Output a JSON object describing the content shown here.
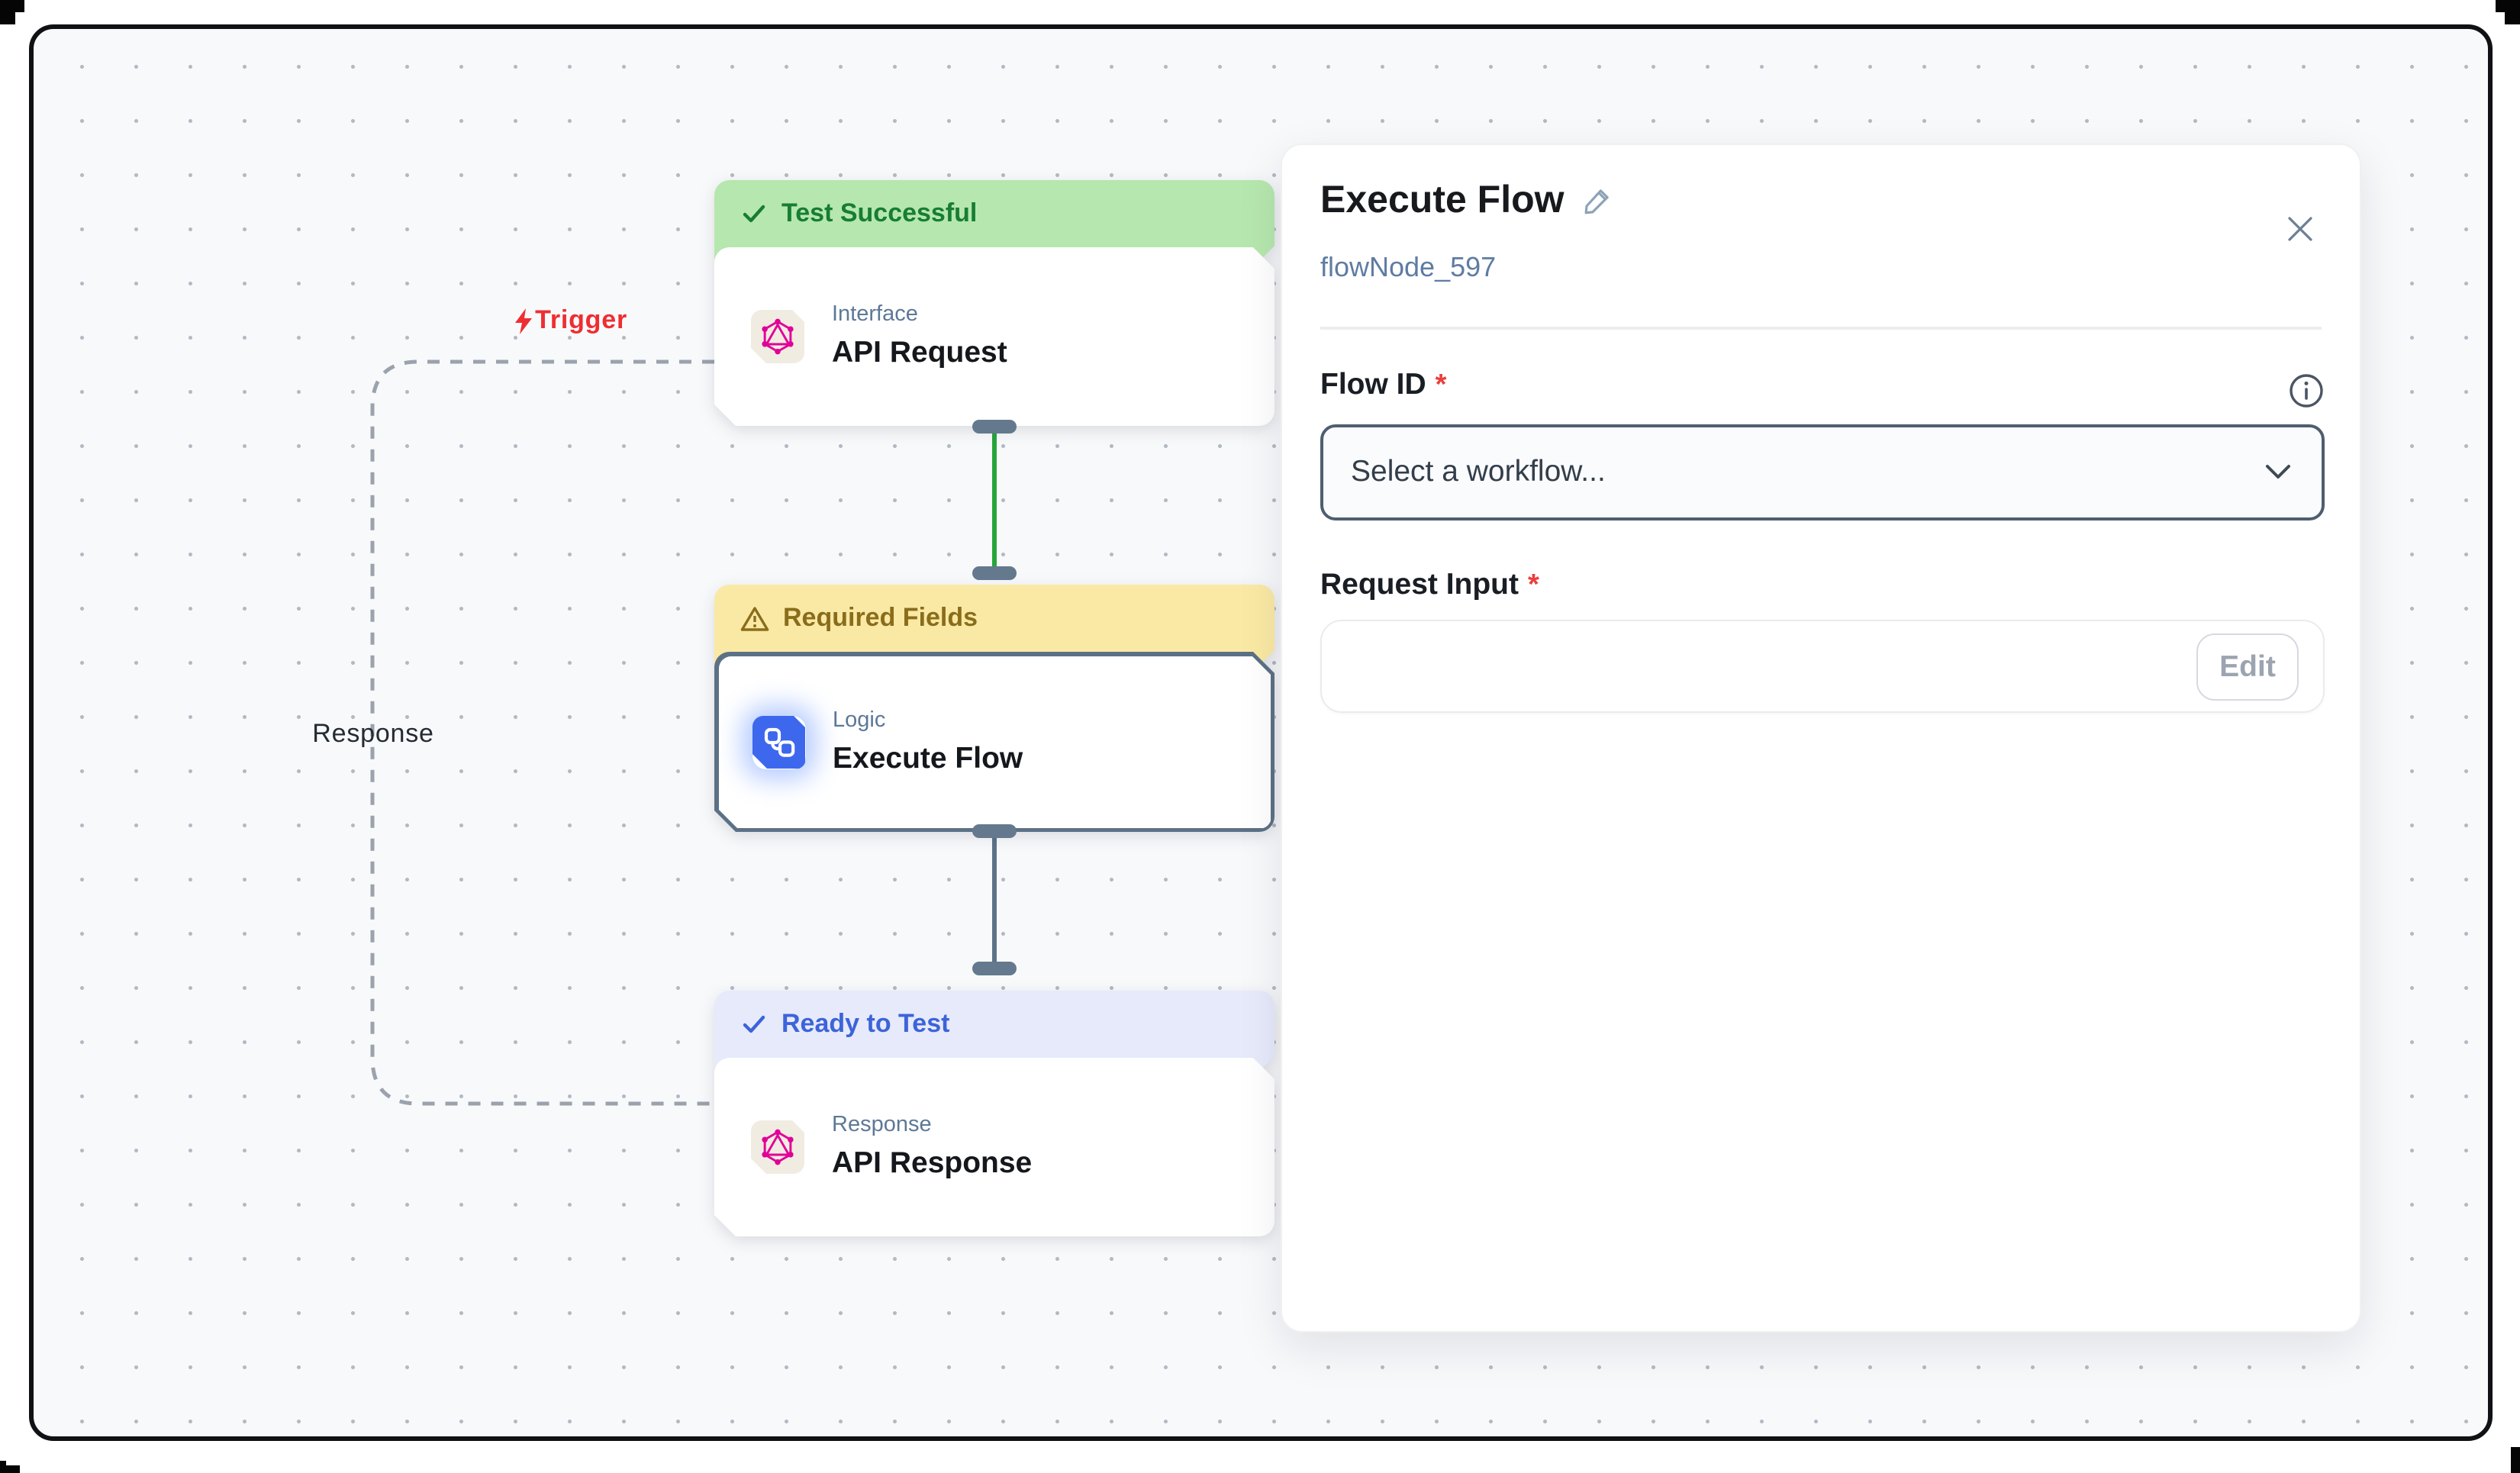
{
  "canvas": {
    "edge_labels": {
      "trigger": "Trigger",
      "response": "Response"
    },
    "nodes": [
      {
        "status": "Test Successful",
        "status_type": "success",
        "category": "Interface",
        "title": "API Request"
      },
      {
        "status": "Required Fields",
        "status_type": "warning",
        "category": "Logic",
        "title": "Execute Flow",
        "selected": true
      },
      {
        "status": "Ready to Test",
        "status_type": "info",
        "category": "Response",
        "title": "API Response"
      }
    ]
  },
  "panel": {
    "title": "Execute Flow",
    "node_id": "flowNode_597",
    "flow_id": {
      "label": "Flow ID",
      "required_mark": "*",
      "value": "Select a workflow..."
    },
    "request_input": {
      "label": "Request Input",
      "required_mark": "*",
      "edit_button": "Edit",
      "value": ""
    }
  },
  "colors": {
    "canvas_bg": "#f8f9fb",
    "frame_border": "#101114",
    "success_bg": "#b6e7ae",
    "success_text": "#177d33",
    "warning_bg": "#fae9a4",
    "warning_text": "#8a6d1b",
    "info_bg": "#e7eafb",
    "info_text": "#3c64d9",
    "trigger_red": "#ee2e31",
    "wire_green": "#27a53b",
    "wire_slate": "#5d7389",
    "handle_slate": "#64798e",
    "selected_border": "#5b7286",
    "logic_tile_blue": "#3d68ee",
    "graphql_pink": "#e10098",
    "category_text": "#5d7897",
    "subtitle_slate": "#5e7ca3"
  }
}
